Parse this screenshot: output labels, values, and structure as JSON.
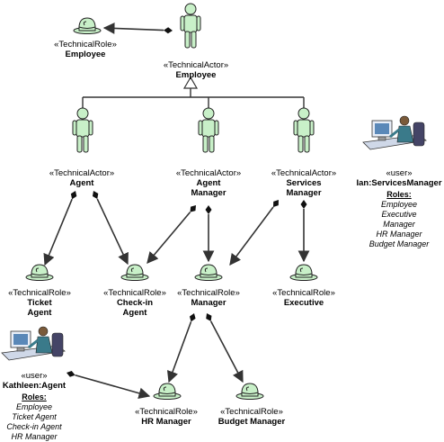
{
  "diagram": {
    "nodes": {
      "role_employee": {
        "stereotype": "«TechnicalRole»",
        "name": "Employee"
      },
      "actor_employee": {
        "stereotype": "«TechnicalActor»",
        "name": "Employee"
      },
      "actor_agent": {
        "stereotype": "«TechnicalActor»",
        "name": "Agent"
      },
      "actor_agent_manager": {
        "stereotype": "«TechnicalActor»",
        "name1": "Agent",
        "name2": "Manager"
      },
      "actor_services_manager": {
        "stereotype": "«TechnicalActor»",
        "name1": "Services",
        "name2": "Manager"
      },
      "role_ticket_agent": {
        "stereotype": "«TechnicalRole»",
        "name1": "Ticket",
        "name2": "Agent"
      },
      "role_checkin_agent": {
        "stereotype": "«TechnicalRole»",
        "name1": "Check-in",
        "name2": "Agent"
      },
      "role_manager": {
        "stereotype": "«TechnicalRole»",
        "name": "Manager"
      },
      "role_executive": {
        "stereotype": "«TechnicalRole»",
        "name": "Executive"
      },
      "role_hr_manager": {
        "stereotype": "«TechnicalRole»",
        "name": "HR Manager"
      },
      "role_budget_manager": {
        "stereotype": "«TechnicalRole»",
        "name": "Budget Manager"
      }
    },
    "users": {
      "ian": {
        "stereotype": "«user»",
        "name": "Ian:ServicesManager",
        "roles_heading": "Roles:",
        "roles": [
          "Employee",
          "Executive",
          "Manager",
          "HR Manager",
          "Budget Manager"
        ]
      },
      "kathleen": {
        "stereotype": "«user»",
        "name": "Kathleen:Agent",
        "roles_heading": "Roles:",
        "roles": [
          "Employee",
          "Ticket Agent",
          "Check-in Agent",
          "HR Manager"
        ]
      }
    },
    "colors": {
      "actor_fill": "#c8f0c8",
      "hat_fill": "#c8f0c8",
      "line": "#333333"
    }
  }
}
